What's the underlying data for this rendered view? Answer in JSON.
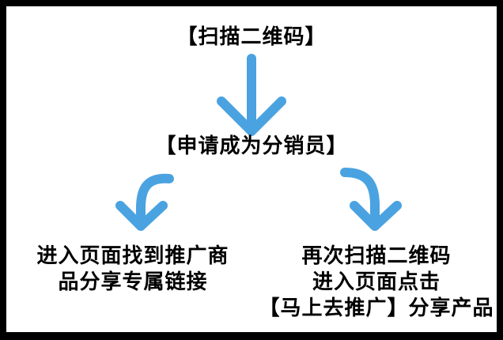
{
  "diagram": {
    "step1": "【扫描二维码】",
    "step2": "【申请成为分销员】",
    "branch_left": {
      "line1": "进入页面找到推广商",
      "line2": "品分享专属链接"
    },
    "branch_right": {
      "line1": "再次扫描二维码",
      "line2": "进入页面点击",
      "line3": "【马上去推广】分享产品"
    }
  },
  "colors": {
    "arrow": "#4aa3e0",
    "frame": "#000000",
    "background": "#ffffff",
    "text": "#000000"
  }
}
